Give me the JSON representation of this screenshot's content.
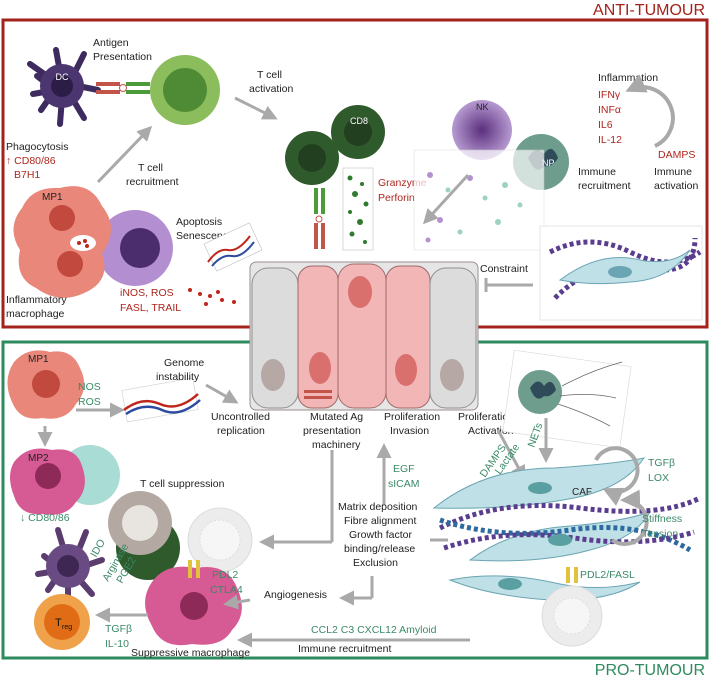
{
  "colors": {
    "anti": "#a3221b",
    "pro": "#2e8a5f",
    "arrow": "#a9a9a9"
  },
  "panels": {
    "anti_title": "ANTI-TUMOUR",
    "pro_title": "PRO-TUMOUR"
  },
  "cells": {
    "dc": "DC",
    "cd8": "CD8",
    "nk": "NK",
    "np": "NP",
    "mp1_top": "MP1",
    "mp1_bottom": "MP1",
    "mp2": "MP2",
    "caf": "CAF",
    "treg_main": "T",
    "treg_sub": "reg"
  },
  "anti": {
    "antigen1": "Antigen",
    "antigen2": "Presentation",
    "activation1": "T cell",
    "activation2": "activation",
    "phago": "Phagocytosis",
    "cd80": "↑ CD80/86",
    "b7h1": "B7H1",
    "recruit1": "T cell",
    "recruit2": "recruitment",
    "apoptosis": "Apoptosis",
    "senescence": "Senescence",
    "infl_mac1": "Inflammatory",
    "infl_mac2": "macrophage",
    "inos": "iNOS, ROS",
    "fasl": "FASL, TRAIL",
    "granzyme": "Granzyme",
    "perforin": "Perforin",
    "inflammation": "Inflammation",
    "ifn": "IFNγ",
    "infa": "INFα",
    "il6": "IL6",
    "il12": "IL-12",
    "damps": "DAMPS",
    "imm_rec1": "Immune",
    "imm_rec2": "recruitment",
    "imm_act1": "Immune",
    "imm_act2": "activation",
    "constraint": "Constraint"
  },
  "pro": {
    "genome1": "Genome",
    "genome2": "instability",
    "nos": "NOS",
    "ros": "ROS",
    "uncontrolled1": "Uncontrolled",
    "uncontrolled2": "replication",
    "mutated1": "Mutated Ag",
    "mutated2": "presentation",
    "mutated3": "machinery",
    "prolif1": "Proliferation",
    "invasion": "Invasion",
    "prolif2": "Proliferation",
    "activation": "Activation",
    "nets": "NETs",
    "lactate": "Lactate",
    "damps": "DAMPS",
    "tgfb": "TGFβ",
    "lox": "LOX",
    "stiffness": "Stiffness",
    "tension": "Tension",
    "egf": "EGF",
    "sicam": "sICAM",
    "matrix1": "Matrix deposition",
    "matrix2": "Fibre alignment",
    "matrix3": "Growth factor",
    "matrix4": "binding/release",
    "matrix5": "Exclusion",
    "tcell_supp": "T cell suppression",
    "cd80_down": "↓ CD80/86",
    "ido": "IDO",
    "arginase": "Arginase",
    "pge2": "PGE2",
    "pdl2": "PDL2",
    "ctla4": "CTLA4",
    "pdl2_fasl": "PDL2/FASL",
    "angio": "Angiogenesis",
    "tgfb2": "TGFβ",
    "il10": "IL-10",
    "supp_mac": "Suppressive macrophage",
    "chemokines": "CCL2  C3  CXCL12  Amyloid",
    "imm_recruit": "Immune recruitment"
  }
}
